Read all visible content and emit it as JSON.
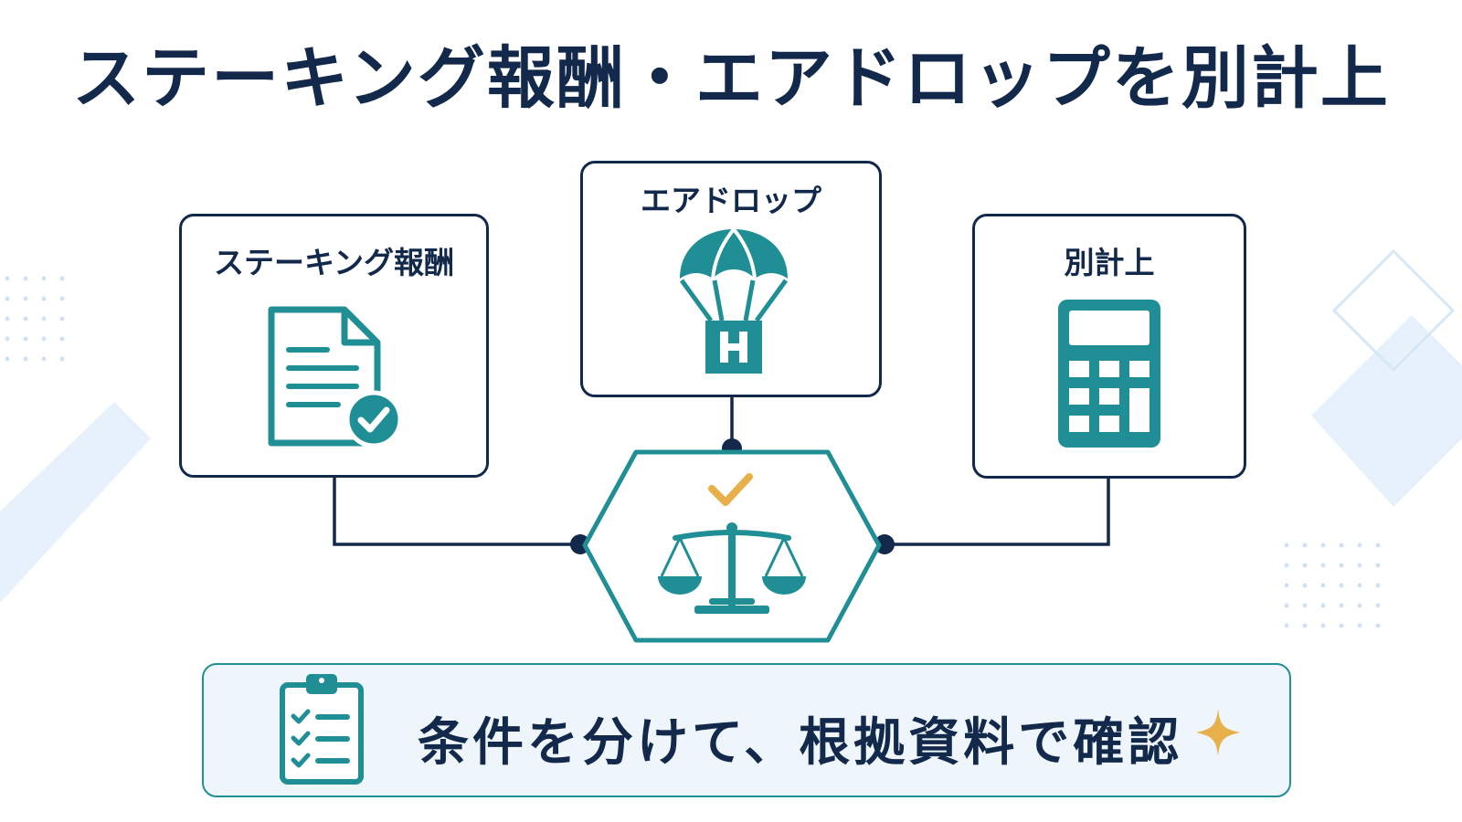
{
  "title": "ステーキング報酬・エアドロップを別計上",
  "cards": {
    "staking": {
      "label": "ステーキング報酬",
      "icon": "document-check-icon"
    },
    "airdrop": {
      "label": "エアドロップ",
      "icon": "parachute-box-icon"
    },
    "separate": {
      "label": "別計上",
      "icon": "calculator-icon"
    }
  },
  "hub": {
    "icon": "balance-scale-icon",
    "badge_icon": "checkmark-icon"
  },
  "banner": {
    "text": "条件を分けて、根拠資料で確認",
    "icon": "clipboard-checklist-icon",
    "accent_icon": "sparkle-icon"
  },
  "colors": {
    "navy": "#13294b",
    "teal": "#1f8f95",
    "gold": "#e8b04b",
    "light_blue": "#e6f1fb"
  }
}
